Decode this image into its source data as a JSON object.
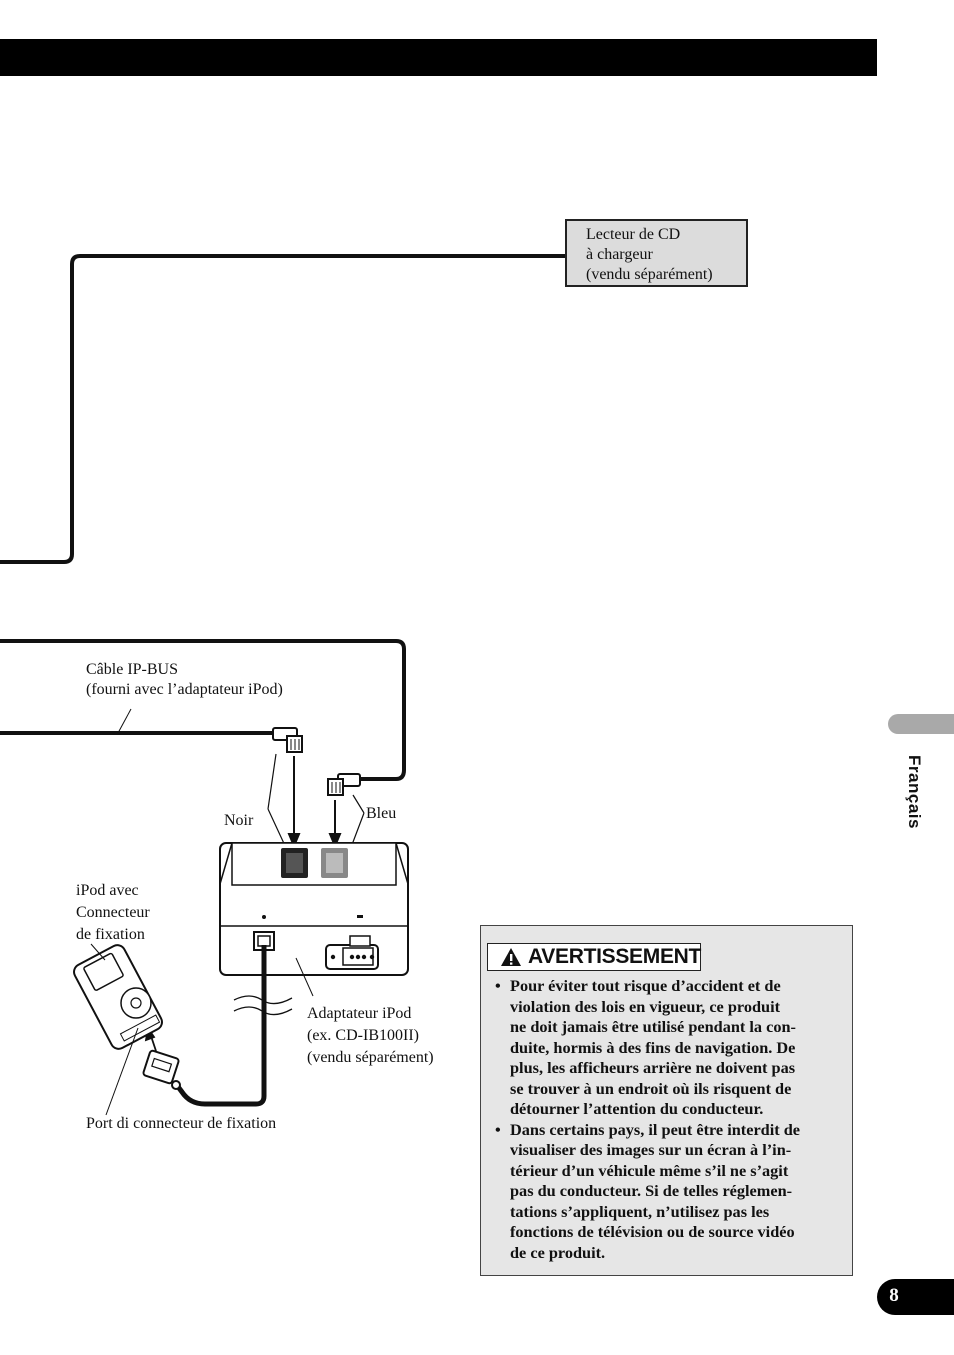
{
  "page": {
    "number": "8",
    "language_tab": "Français"
  },
  "diagram": {
    "cd_changer_label": "Lecteur de CD\nà chargeur\n(vendu séparément)",
    "ipbus_cable_label": "Câble IP-BUS\n(fourni avec l’adaptateur iPod)",
    "noir_label": "Noir",
    "bleu_label": "Bleu",
    "ipod_label": "iPod avec\nConnecteur\nde fixation",
    "adapter_label": "Adaptateur iPod\n(ex. CD-IB100II)\n(vendu séparément)",
    "dock_port_label": "Port di connecteur de fixation"
  },
  "warning": {
    "title": "AVERTISSEMENT",
    "icon": "warning-triangle-icon",
    "bullets": [
      "Pour éviter tout risque d’accident et de\nviolation des lois en vigueur, ce produit\nne doit jamais être utilisé pendant la con-\nduite, hormis à des fins de navigation. De\nplus, les afficheurs arrière ne doivent pas\nse trouver à un endroit où ils risquent de\ndétourner l’attention du conducteur.",
      "Dans certains pays, il peut être interdit de\nvisualiser des images sur un écran à l’in-\ntérieur d’un véhicule même s’il ne s’agit\npas du conducteur. Si de telles réglemen-\ntations s’appliquent, n’utilisez pas les\nfonctions de télévision ou de source vidéo\nde ce produit."
    ]
  }
}
